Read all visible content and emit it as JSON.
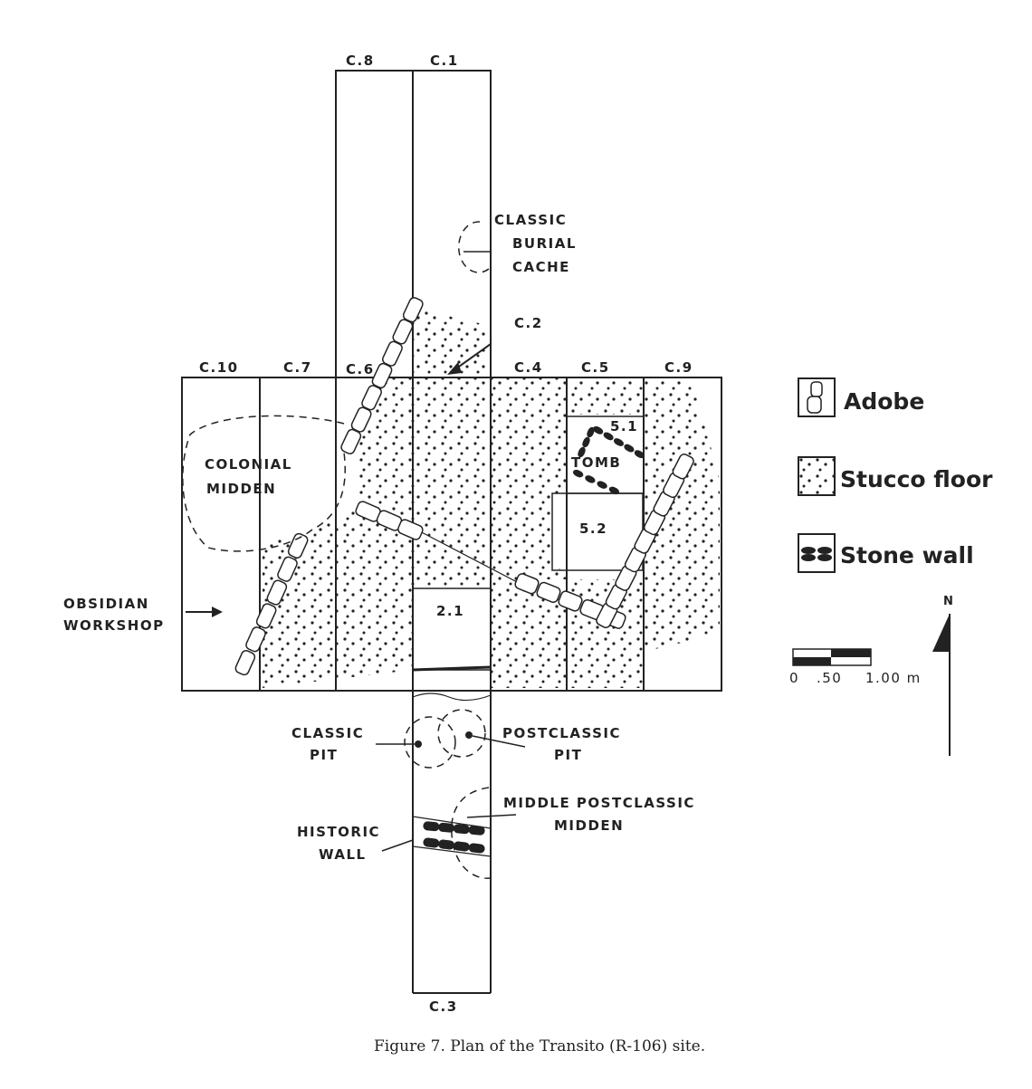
{
  "units": {
    "c8": "C.8",
    "c1": "C.1",
    "c2": "C.2",
    "c3": "C.3",
    "c4": "C.4",
    "c5": "C.5",
    "c6": "C.6",
    "c7": "C.7",
    "c9": "C.9",
    "c10": "C.10",
    "sub51": "5.1",
    "sub52": "5.2",
    "sub21": "2.1"
  },
  "features": {
    "classic_burial_cache": [
      "CLASSIC",
      "BURIAL",
      "CACHE"
    ],
    "colonial_midden": [
      "COLONIAL",
      "MIDDEN"
    ],
    "obsidian_workshop": [
      "OBSIDIAN",
      "WORKSHOP"
    ],
    "tomb": "TOMB",
    "classic_pit": [
      "CLASSIC",
      "PIT"
    ],
    "postclassic_pit": [
      "POSTCLASSIC",
      "PIT"
    ],
    "middle_postclassic_midden": [
      "MIDDLE POSTCLASSIC",
      "MIDDEN"
    ],
    "historic_wall": [
      "HISTORIC",
      "WALL"
    ]
  },
  "legend": {
    "adobe": "Adobe",
    "stucco": "Stucco floor",
    "stone_wall": "Stone wall"
  },
  "scale": {
    "t0": "0",
    "t1": ".50",
    "t2": "1.00 m"
  },
  "north": "N",
  "caption": "Figure 7.  Plan of the Transito (R-106) site."
}
